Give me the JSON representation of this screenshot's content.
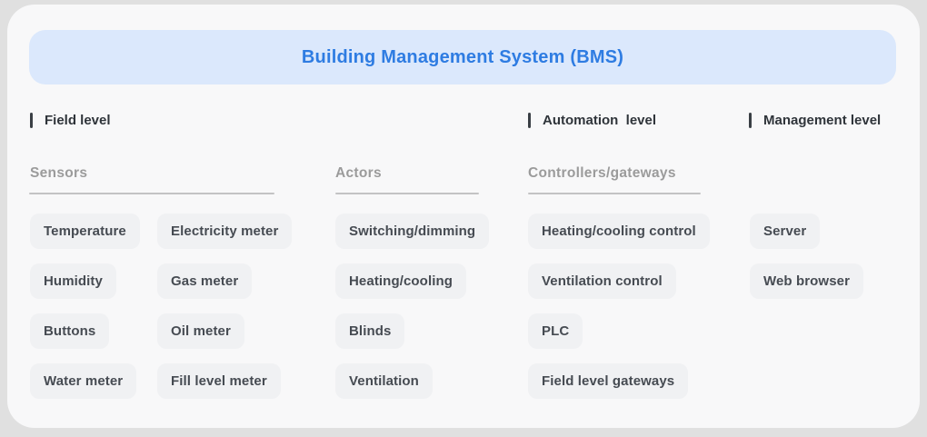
{
  "title_band": {
    "title": "Building Management System (BMS)"
  },
  "levels": {
    "field": "Field level",
    "automation": "Automation  level",
    "management": "Management level"
  },
  "groups": {
    "sensors": {
      "heading": "Sensors",
      "col_a": [
        "Temperature",
        "Humidity",
        "Buttons",
        "Water meter"
      ],
      "col_b": [
        "Electricity meter",
        "Gas meter",
        "Oil meter",
        "Fill level meter"
      ]
    },
    "actors": {
      "heading": "Actors",
      "items": [
        "Switching/dimming",
        "Heating/cooling",
        "Blinds",
        "Ventilation"
      ]
    },
    "controllers": {
      "heading": "Controllers/gateways",
      "items": [
        "Heating/cooling control",
        "Ventilation control",
        "PLC",
        "Field level gateways"
      ]
    },
    "management": {
      "items": [
        "Server",
        "Web browser"
      ]
    }
  },
  "colors": {
    "accent_blue": "#2e7ce2",
    "band_bg": "#dbe8fc",
    "card_bg": "#f8f8f9",
    "outer_bg": "#e0e0e0",
    "chip_bg": "#f0f1f3",
    "chip_text": "#464b52",
    "heading_gray": "#9b9b9b",
    "underline_gray": "#c3c3c4",
    "label_dark": "#2f343a"
  }
}
